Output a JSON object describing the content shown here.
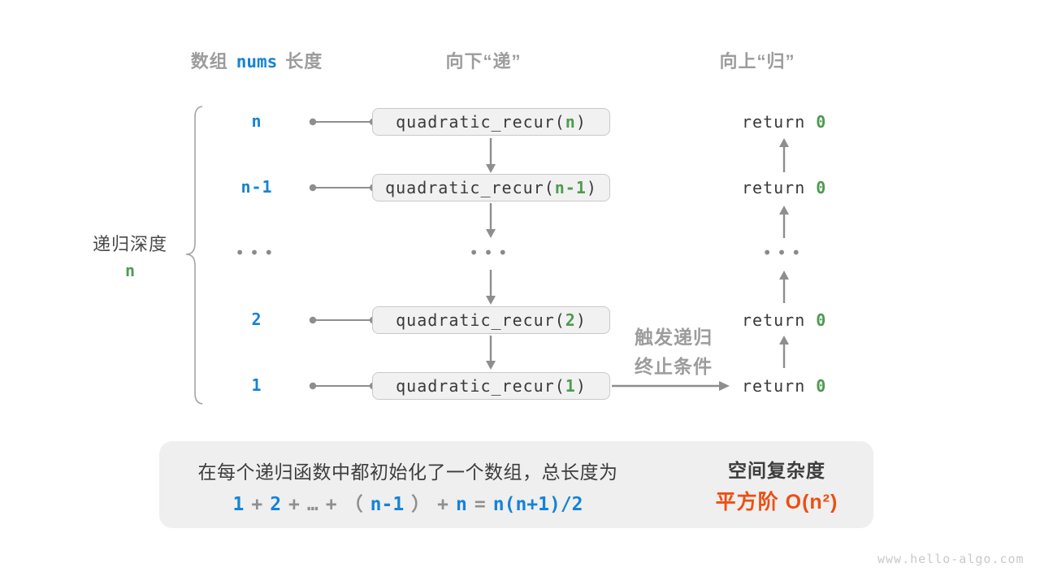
{
  "colors": {
    "blue": "#1583d6",
    "green": "#4e9b50",
    "orange": "#ee4e11",
    "gray_label": "#9c9c9c",
    "dark_text": "#3d3d3d",
    "arrow_gray": "#8e8e8e",
    "box_bg": "#f1f1f1",
    "box_border": "#c9c9c9",
    "panel_bg": "#efefef"
  },
  "headers": {
    "left_prefix": "数组",
    "left_code": "nums",
    "left_suffix": "长度",
    "middle": "向下“递”",
    "right": "向上“归”"
  },
  "depth_label": {
    "text": "递归深度",
    "value": "n"
  },
  "call": {
    "prefix": "quadratic_recur(",
    "suffix": ")"
  },
  "return": {
    "keyword": "return",
    "value": "0"
  },
  "rows": [
    {
      "size": "n",
      "arg": "n"
    },
    {
      "size": "n-1",
      "arg": "n-1"
    },
    {
      "size": "2",
      "arg": "2"
    },
    {
      "size": "1",
      "arg": "1"
    }
  ],
  "ellipsis": "•••",
  "trigger_label": {
    "line1": "触发递归",
    "line2": "终止条件"
  },
  "summary": {
    "line1": "在每个递归函数中都初始化了一个数组，总长度为",
    "formula": [
      {
        "t": "1",
        "c": "blue"
      },
      {
        "t": "+",
        "c": "gray"
      },
      {
        "t": "2",
        "c": "blue"
      },
      {
        "t": "+",
        "c": "gray"
      },
      {
        "t": "…",
        "c": "gray"
      },
      {
        "t": "+",
        "c": "gray"
      },
      {
        "t": "（",
        "c": "gray"
      },
      {
        "t": "n-1",
        "c": "blue"
      },
      {
        "t": "）",
        "c": "gray"
      },
      {
        "t": "+",
        "c": "gray"
      },
      {
        "t": "n",
        "c": "blue"
      },
      {
        "t": "=",
        "c": "gray"
      },
      {
        "t": "n(n+1)/2",
        "c": "blue"
      }
    ],
    "result_title": "空间复杂度",
    "result_value": "平方阶 O(n²)"
  },
  "footer": "www.hello-algo.com"
}
